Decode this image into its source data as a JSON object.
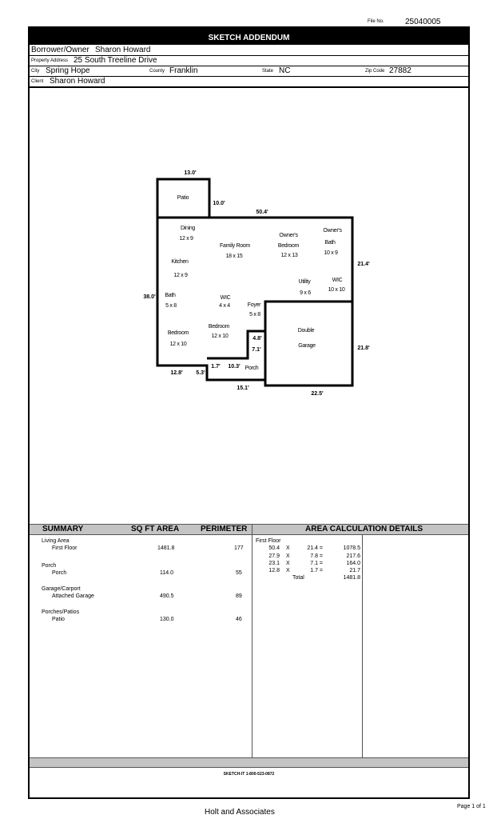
{
  "header": {
    "file_no_label": "File No.",
    "file_no": "25040005",
    "title": "SKETCH ADDENDUM"
  },
  "info": {
    "borrower_label": "Borrower/Owner",
    "borrower": "Sharon Howard",
    "address_label": "Property Address",
    "address": "25 South Treeline Drive",
    "city_label": "City",
    "city": "Spring Hope",
    "county_label": "County",
    "county": "Franklin",
    "state_label": "State",
    "state": "NC",
    "zip_label": "Zip Code",
    "zip": "27882",
    "client_label": "Client",
    "client": "Sharon Howard"
  },
  "sketch": {
    "dims": {
      "patio_w": "13.0'",
      "patio_h": "10.0'",
      "top": "50.4'",
      "right_upper": "21.4'",
      "left": "38.0'",
      "right_lower": "21.8'",
      "bottom_left": "12.8'",
      "step1": "5.3'",
      "porch_a": "1.7'",
      "porch_b": "10.3'",
      "porch_c": "4.8'",
      "porch_d": "7.1'",
      "bottom_mid": "15.1'",
      "garage_bottom": "22.5'"
    },
    "rooms": [
      {
        "name": "Patio",
        "size": ""
      },
      {
        "name": "Dining",
        "size": "12 x 9"
      },
      {
        "name": "Family Room",
        "size": "18 x 15"
      },
      {
        "name": "Owner's Bedroom",
        "size": "12 x 13"
      },
      {
        "name": "Owner's Bath",
        "size": "10 x 9"
      },
      {
        "name": "Kitchen",
        "size": "12 x 9"
      },
      {
        "name": "Utility",
        "size": "9 x 6"
      },
      {
        "name": "WIC",
        "size": "10 x 10"
      },
      {
        "name": "Bath",
        "size": "5 x 8"
      },
      {
        "name": "WIC",
        "size": "4 x 4"
      },
      {
        "name": "Foyer",
        "size": "5 x 8"
      },
      {
        "name": "Bedroom",
        "size": "12 x 10"
      },
      {
        "name": "Bedroom",
        "size": "12 x 10"
      },
      {
        "name": "Double Garage",
        "size": ""
      },
      {
        "name": "Porch",
        "size": ""
      }
    ]
  },
  "summary": {
    "headers": [
      "SUMMARY",
      "SQ FT AREA",
      "PERIMETER",
      "AREA CALCULATION DETAILS"
    ],
    "groups": [
      {
        "group": "Living Area",
        "item": "First Floor",
        "area": "1481.8",
        "perimeter": "177"
      },
      {
        "group": "Porch",
        "item": "Porch",
        "area": "114.0",
        "perimeter": "55"
      },
      {
        "group": "Garage/Carport",
        "item": "Attached Garage",
        "area": "490.5",
        "perimeter": "89"
      },
      {
        "group": "Porches/Patios",
        "item": "Patio",
        "area": "130.0",
        "perimeter": "46"
      }
    ],
    "calc": {
      "title": "First Floor",
      "rows": [
        {
          "a": "50.4",
          "x": "X",
          "b": "21.4 =",
          "r": "1078.5"
        },
        {
          "a": "27.9",
          "x": "X",
          "b": "7.8 =",
          "r": "217.6"
        },
        {
          "a": "23.1",
          "x": "X",
          "b": "7.1 =",
          "r": "164.0"
        },
        {
          "a": "12.8",
          "x": "X",
          "b": "1.7 =",
          "r": "21.7"
        }
      ],
      "total_label": "Total",
      "total": "1481.8"
    }
  },
  "footer": {
    "sketchit": "SKETCH-IT 1-800-523-0872",
    "company": "Holt and Associates",
    "page": "Page 1 of 1"
  }
}
